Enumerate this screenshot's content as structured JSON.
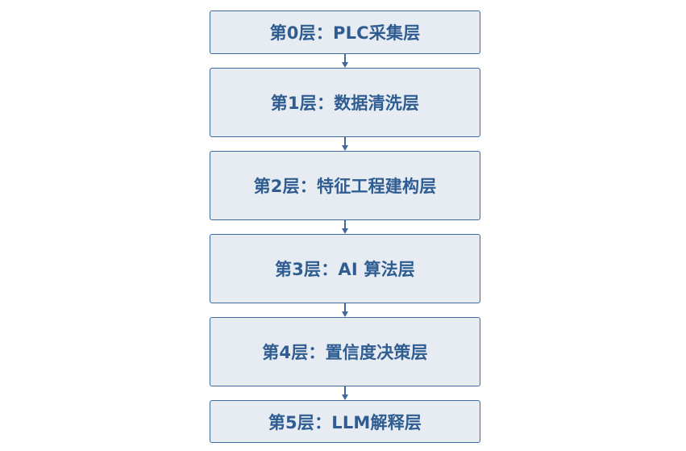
{
  "diagram": {
    "layers": [
      {
        "label": "第0层：PLC采集层"
      },
      {
        "label": "第1层：数据清洗层"
      },
      {
        "label": "第2层：特征工程建构层"
      },
      {
        "label": "第3层：AI 算法层"
      },
      {
        "label": "第4层：置信度决策层"
      },
      {
        "label": "第5层：LLM解释层"
      }
    ]
  },
  "colors": {
    "box_fill": "#e7ebf2",
    "box_border": "#3e6a9f",
    "text": "#2f5d91",
    "arrow": "#3e6a9f"
  }
}
